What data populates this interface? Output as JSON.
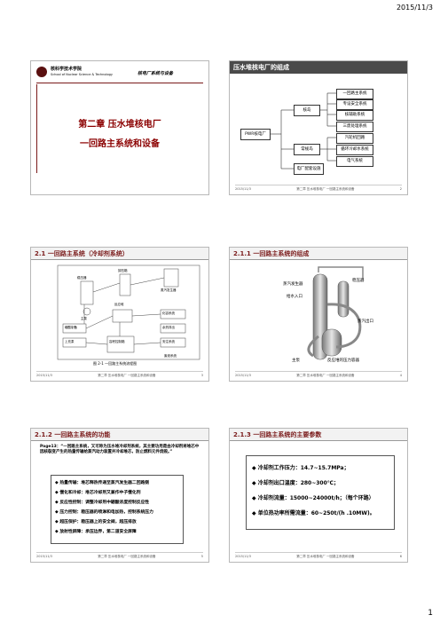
{
  "header_date": "2015/11/3",
  "page_number": "1",
  "slide1": {
    "school_cn": "核科学技术学院",
    "school_en": "School of Nuclear Science & Technology",
    "course": "核电厂系统与设备",
    "chapter": "第二章 压水堆核电厂",
    "subtitle": "一回路主系统和设备"
  },
  "slide2": {
    "title": "压水堆核电厂的组成",
    "root": "PWR核电厂",
    "mid": [
      "核岛",
      "常规岛",
      "电厂配套设施"
    ],
    "leaves": [
      "一回路主系统",
      "专设安全系统",
      "核辅助系统",
      "三废处理系统",
      "汽轮机回路",
      "循环冷却水系统",
      "电气系统"
    ],
    "foot_left": "2015/11/3",
    "foot_mid": "第二章 压水堆核电厂 一回路主系统和设备",
    "foot_right": "2"
  },
  "slide3": {
    "title": "2.1 一回路主系统（冷却剂系统）",
    "caption": "图 2-1 一回路主系统流程图",
    "labels": [
      "稳压器",
      "卸压箱",
      "蒸汽发生器",
      "主泵",
      "反应堆",
      "化容系统",
      "余热排出",
      "安注系统",
      "容积控制箱",
      "硼酸制备",
      "上充泵",
      "废液系统"
    ],
    "foot_left": "2015/11/3",
    "foot_mid": "第二章 压水堆核电厂 一回路主系统和设备",
    "foot_right": "3"
  },
  "slide4": {
    "title": "2.1.1 一回路主系统的组成",
    "labels": [
      "蒸汽发生器",
      "稳压器",
      "给水入口",
      "蒸汽出口",
      "主泵",
      "反应堆的压力容器"
    ],
    "foot_left": "2015/11/3",
    "foot_mid": "第二章 压水堆核电厂 一回路主系统和设备",
    "foot_right": "4"
  },
  "slide5": {
    "title": "2.1.2 一回路主系统的功能",
    "intro": "Page13：“一回路主系统，又可称为压水堆冷却剂系统，其主要功用是由冷却剂将堆芯中因核裂变产生的热量传输给蒸汽动力装置并冷却堆芯，防止燃料元件烧毁。”",
    "bullets": [
      "热量传输：堆芯释热传递至蒸汽发生器二回路侧",
      "慢化和冷却：堆芯冷却剂又兼作中子慢化剂",
      "反应性控制：调整冷却剂中硼酸浓度控制反应性",
      "压力控制：稳压器的喷淋和电加热，控制系统压力",
      "超压保护：稳压器上的安全阀，超压排放",
      "放射性屏障：承压边界，第二道安全屏障"
    ],
    "foot_left": "2015/11/3",
    "foot_mid": "第二章 压水堆核电厂 一回路主系统和设备",
    "foot_right": "5"
  },
  "slide6": {
    "title": "2.1.3 一回路主系统的主要参数",
    "bullets": [
      "冷却剂工作压力：14.7~15.7MPa；",
      "冷却剂出口温度：280~300℃；",
      "冷却剂流量：15000~24000t/h；（每个环路）",
      "单位热功率所需流量：60~250t/(h .10MW)。"
    ],
    "foot_left": "2015/11/3",
    "foot_mid": "第二章 压水堆核电厂 一回路主系统和设备",
    "foot_right": "6"
  }
}
